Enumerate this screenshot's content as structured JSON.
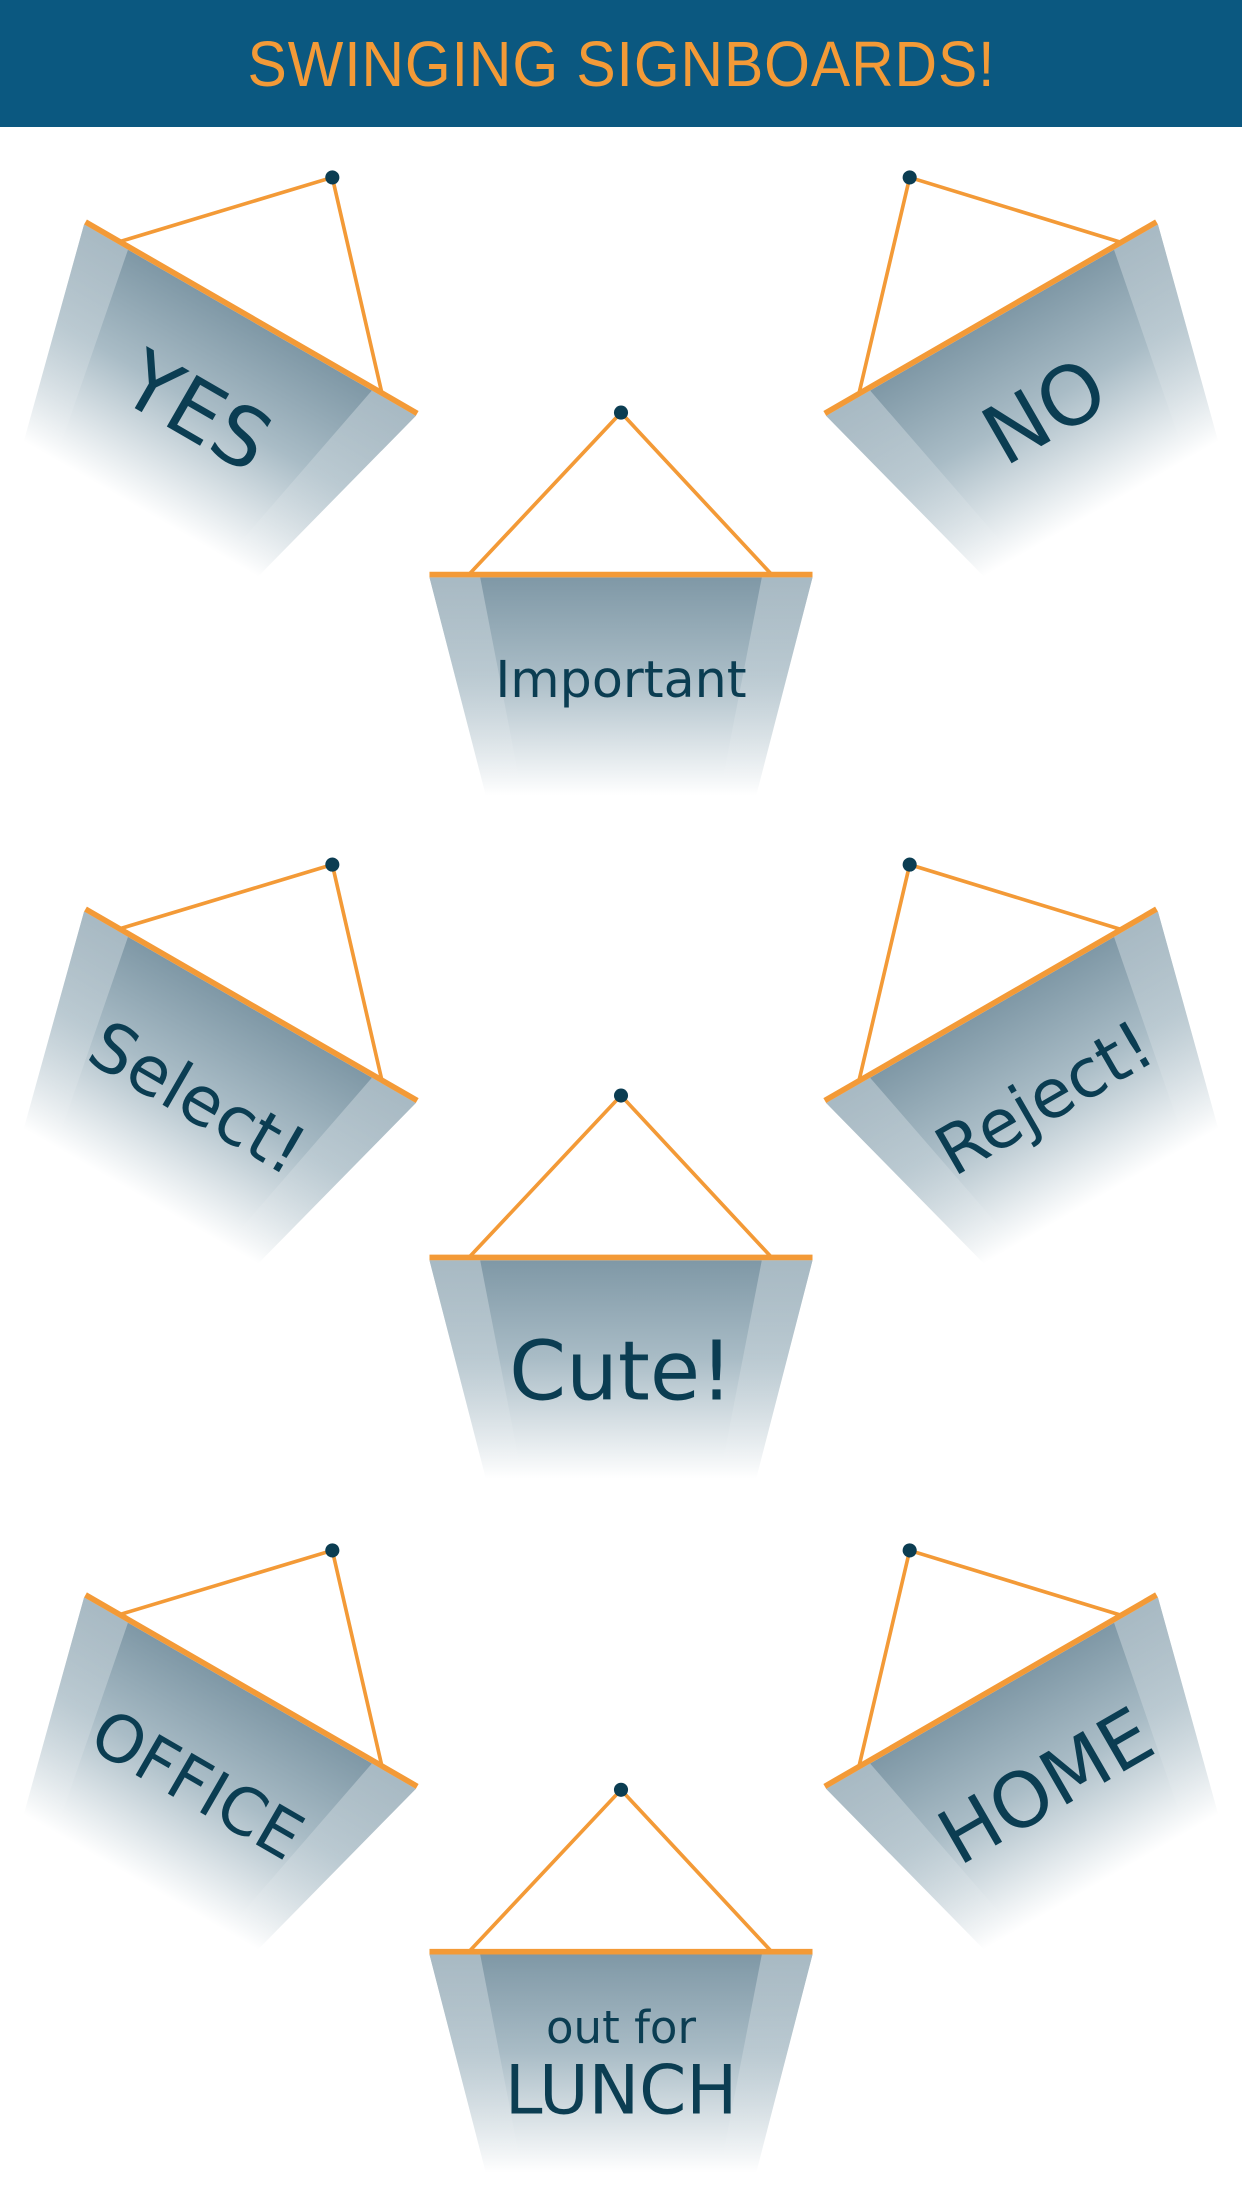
{
  "header": {
    "title": "SWINGING SIGNBOARDS!"
  },
  "colors": {
    "header_bg": "#0b5880",
    "accent": "#f39a37",
    "text": "#0b3d52",
    "board": "#7f98a6"
  },
  "signs": [
    {
      "label": "YES",
      "swing": "left"
    },
    {
      "label": "Important",
      "swing": "none"
    },
    {
      "label": "NO",
      "swing": "right"
    },
    {
      "label": "Select!",
      "swing": "left"
    },
    {
      "label": "Cute!",
      "swing": "none"
    },
    {
      "label": "Reject!",
      "swing": "right"
    },
    {
      "label": "OFFICE",
      "swing": "left"
    },
    {
      "label": "out for",
      "label2": "LUNCH",
      "swing": "none"
    },
    {
      "label": "HOME",
      "swing": "right"
    }
  ]
}
